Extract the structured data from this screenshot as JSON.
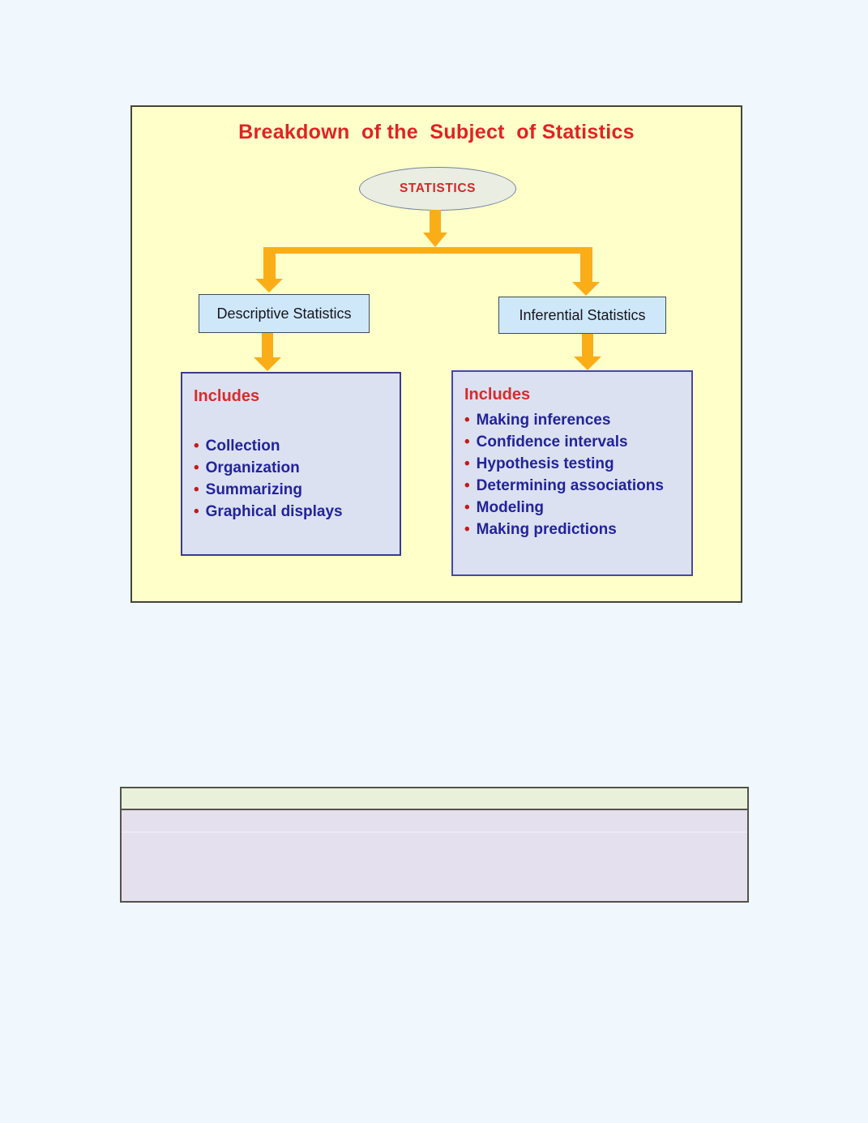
{
  "page": {
    "background_color": "#F0F7FD"
  },
  "diagram": {
    "title": "Breakdown  of the  Subject  of Statistics",
    "panel_color": "#FFFFC9",
    "panel_border_color": "#45453A",
    "title_color": "#DE2424",
    "arrow_color": "#FBAD18",
    "root": {
      "label": "STATISTICS",
      "fill_color": "#E9EDE2",
      "border_color": "#74839C",
      "text_color": "#D22A2A"
    },
    "node_fill_color": "#CFE8F9",
    "includes_fill_color": "#DBE1F1",
    "bullet_color": "#C41A1A",
    "item_text_color": "#23239B",
    "branches": [
      {
        "label": "Descriptive Statistics",
        "includes_heading": "Includes",
        "items": [
          "Collection",
          "Organization",
          "Summarizing",
          "Graphical displays"
        ]
      },
      {
        "label": "Inferential Statistics",
        "includes_heading": "Includes",
        "items": [
          "Making inferences",
          "Confidence intervals",
          "Hypothesis testing",
          "Determining associations",
          "Modeling",
          "Making predictions"
        ]
      }
    ]
  },
  "note_table": {
    "header_fill_color": "#EAF1DA",
    "body_fill_color": "#E5E0ED",
    "border_color": "#53534B",
    "header_text": "",
    "body_text": ""
  }
}
